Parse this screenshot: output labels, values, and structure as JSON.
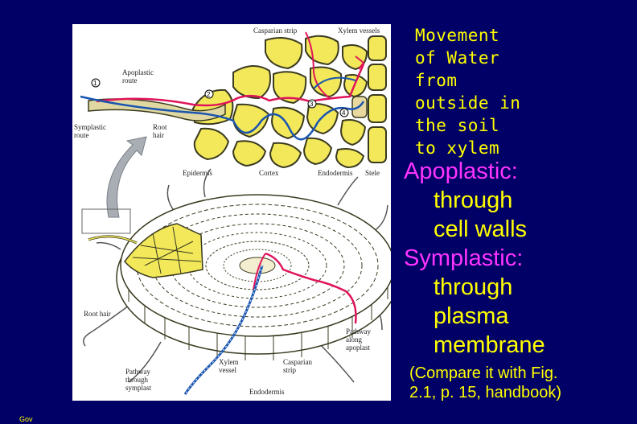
{
  "heading_lines": [
    "Movement",
    "of Water",
    "from",
    "outside in",
    "the soil",
    "to xylem"
  ],
  "apoplastic": {
    "term": "Apoplastic:",
    "desc_lines": [
      "through",
      "cell walls"
    ]
  },
  "symplastic": {
    "term": "Symplastic:",
    "desc_lines": [
      "through",
      "plasma",
      "membrane"
    ]
  },
  "compare_lines": [
    "(Compare it with Fig.",
    "2.1, p. 15, handbook)"
  ],
  "credit": "Gov",
  "figure": {
    "top_labels": {
      "casparian_strip": "Casparian strip",
      "xylem_vessels": "Xylem vessels",
      "apoplastic_route_1": "Apoplastic",
      "apoplastic_route_2": "route",
      "symplastic_route_1": "Symplastic",
      "symplastic_route_2": "route",
      "root_hair_1": "Root",
      "root_hair_2": "hair",
      "epidermis": "Epidermis",
      "cortex": "Cortex",
      "endodermis": "Endodermis",
      "stele": "Stele",
      "n1": "1",
      "n2": "2",
      "n3": "3",
      "n4": "4"
    },
    "bottom_labels": {
      "root_hair": "Root hair",
      "pathway_apoplast_1": "Pathway",
      "pathway_apoplast_2": "along",
      "pathway_apoplast_3": "apoplast",
      "xylem_vessel_1": "Xylem",
      "xylem_vessel_2": "vessel",
      "casparian_strip_1": "Casparian",
      "casparian_strip_2": "strip",
      "pathway_symplast_1": "Pathway",
      "pathway_symplast_2": "through",
      "pathway_symplast_3": "symplast",
      "endodermis": "Endodermis"
    },
    "colors": {
      "cell_fill": "#f2e85a",
      "cell_wall": "#3a3a20",
      "apoplastic_route": "#e0145a",
      "symplastic_route": "#1a55b0",
      "arrow": "#a8aeb4"
    }
  }
}
